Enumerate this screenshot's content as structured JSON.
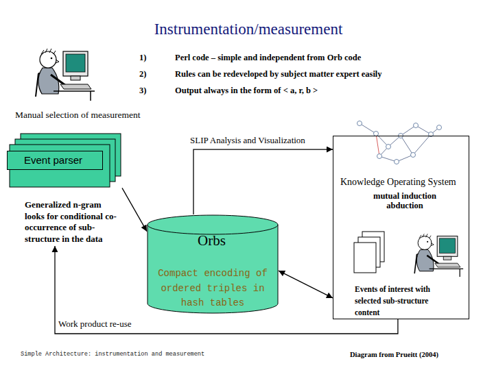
{
  "diagram": {
    "title": "Instrumentation/measurement",
    "nodes": [
      {
        "text": [
          "Event parser",
          "Generalized n-gram looks for conditional co-occurrence of sub-structure in the data"
        ]
      },
      {
        "text": [
          "Orbs",
          "Compact encoding of ordered triples in hash tables"
        ]
      },
      {
        "text": [
          "Knowledge Operating System",
          "mutual induction abduction",
          "Events of interest with selected sub-structure content"
        ]
      }
    ],
    "edges": [
      {
        "from": 0,
        "to": 1,
        "arrow": "to"
      },
      {
        "from": 1,
        "to": 2,
        "label": "SLIP Analysis and Visualization",
        "arrow": "to"
      },
      {
        "from": 1,
        "to": 2,
        "arrow": "both"
      },
      {
        "from": 2,
        "to": 0,
        "label": "Work product re-use",
        "arrow": "to"
      }
    ],
    "labels": [
      "1)",
      "Perl code – simple and independent from Orb code",
      "2)",
      "Rules can be redeveloped by subject matter expert easily",
      "3)",
      "Output always in the form of < a, r, b >",
      "Manual selection of measurement",
      "Simple Architecture: instrumentation and measurement",
      "Diagram from Prueitt (2004)"
    ]
  }
}
